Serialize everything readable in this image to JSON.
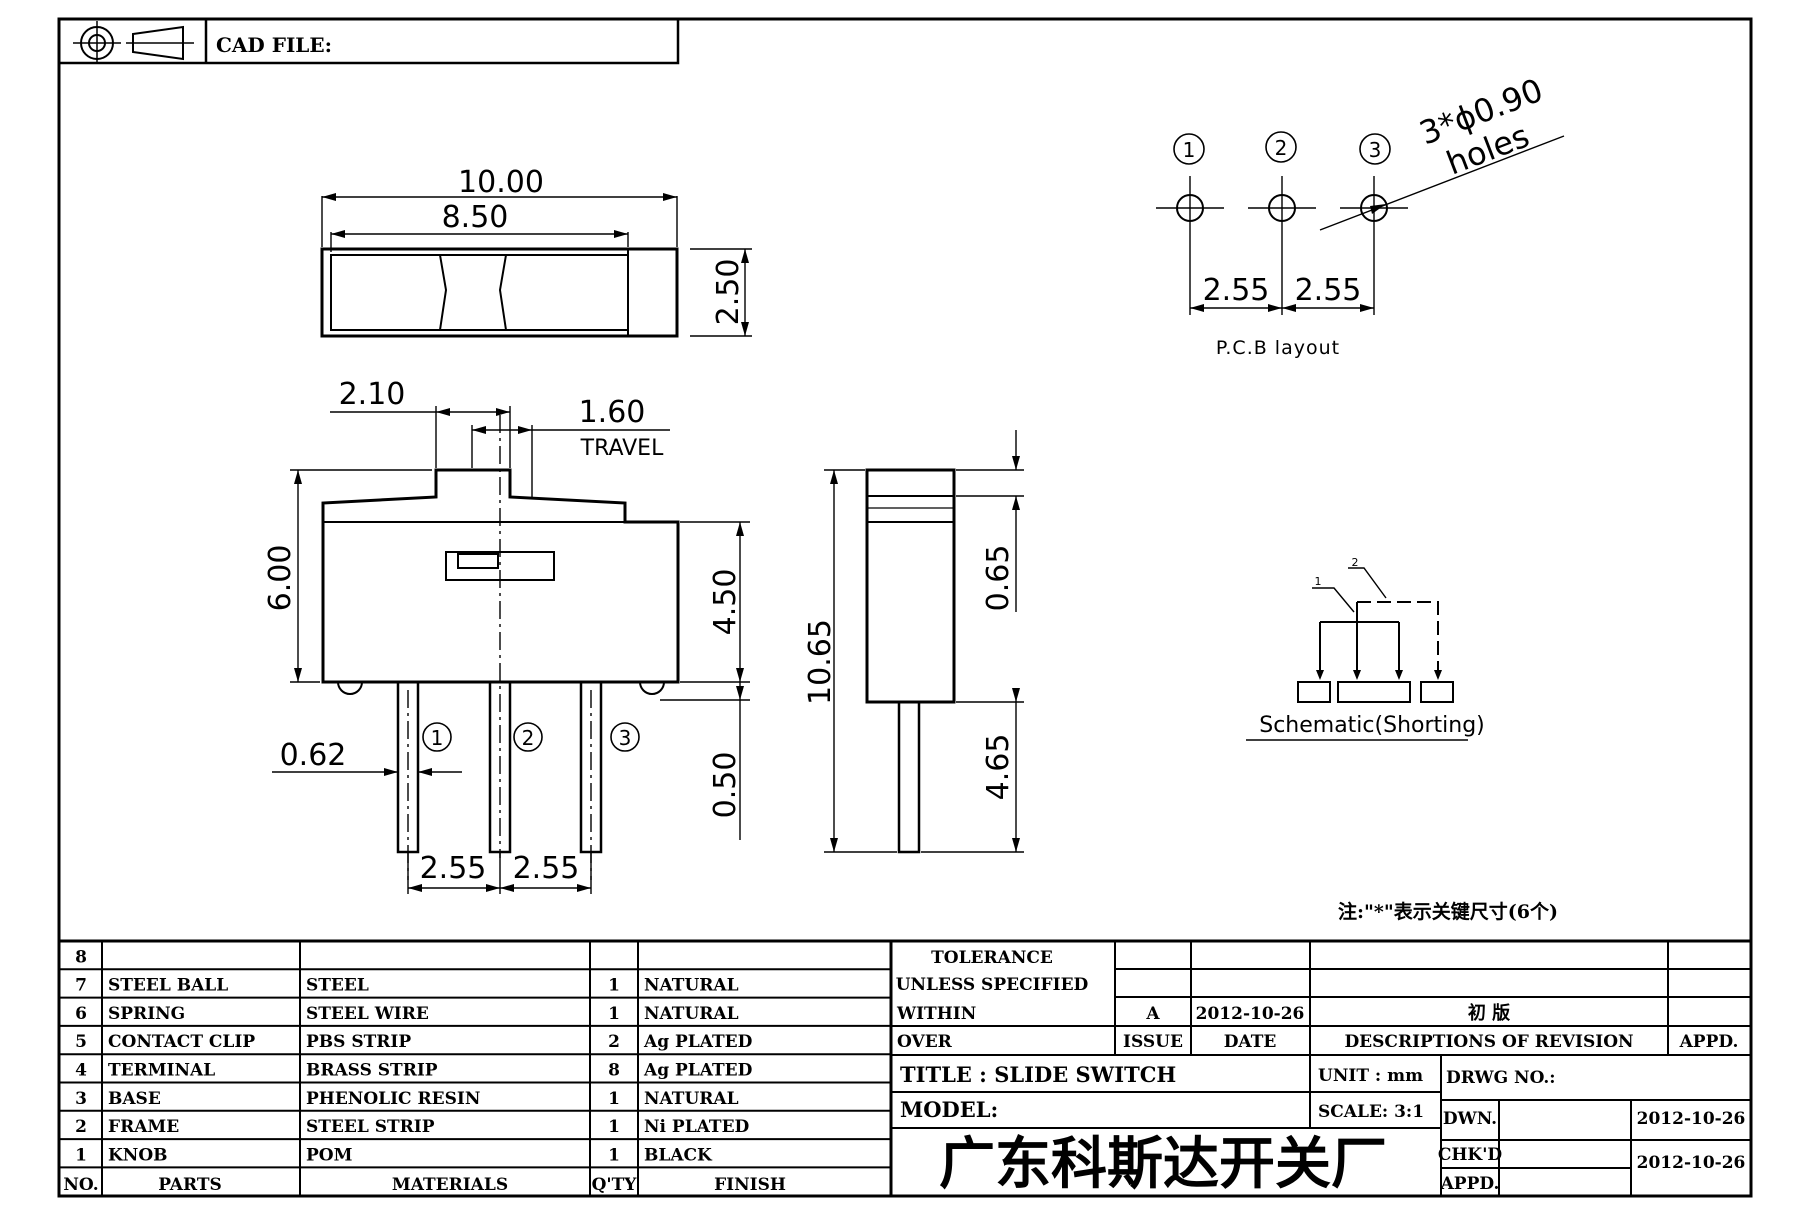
{
  "header": {
    "cad_file_label": "CAD FILE:",
    "projection_symbol": "third-angle-projection-icon"
  },
  "top_view": {
    "dims": {
      "width_total": "10.00",
      "width_inner": "8.50",
      "height": "2.50"
    }
  },
  "front_view": {
    "dims": {
      "knob_width": "2.10",
      "travel_value": "1.60",
      "travel_label": "TRAVEL",
      "total_height": "6.00",
      "body_height": "4.50",
      "pin_width": "0.62",
      "pin_length": "0.50",
      "pitch_left": "2.55",
      "pitch_right": "2.55"
    },
    "pin_labels": [
      "①",
      "②",
      "③"
    ]
  },
  "side_view": {
    "dims": {
      "total_height": "10.65",
      "top_height": "0.65",
      "pin_length": "4.65"
    }
  },
  "pcb_layout": {
    "pin_labels": [
      "①",
      "②",
      "③"
    ],
    "holes_line1": "3*ϕ0.90",
    "holes_line2": "holes",
    "pitch_left": "2.55",
    "pitch_right": "2.55",
    "caption": "P.C.B layout"
  },
  "schematic": {
    "caption": "Schematic(Shorting)",
    "label_1": "1",
    "label_2": "2"
  },
  "note": "注:\"*\"表示关键尺寸(6个)",
  "bom": {
    "rows": [
      {
        "no": "8",
        "part": "",
        "material": "",
        "qty": "",
        "finish": ""
      },
      {
        "no": "7",
        "part": "STEEL BALL",
        "material": "STEEL",
        "qty": "1",
        "finish": "NATURAL"
      },
      {
        "no": "6",
        "part": "SPRING",
        "material": "STEEL WIRE",
        "qty": "1",
        "finish": "NATURAL"
      },
      {
        "no": "5",
        "part": "CONTACT CLIP",
        "material": "PBS STRIP",
        "qty": "2",
        "finish": "Ag PLATED"
      },
      {
        "no": "4",
        "part": "TERMINAL",
        "material": "BRASS STRIP",
        "qty": "8",
        "finish": "Ag PLATED"
      },
      {
        "no": "3",
        "part": "BASE",
        "material": "PHENOLIC RESIN",
        "qty": "1",
        "finish": "NATURAL"
      },
      {
        "no": "2",
        "part": "FRAME",
        "material": "STEEL STRIP",
        "qty": "1",
        "finish": "Ni PLATED"
      },
      {
        "no": "1",
        "part": "KNOB",
        "material": "POM",
        "qty": "1",
        "finish": "BLACK"
      }
    ],
    "header": {
      "no": "NO.",
      "part": "PARTS",
      "material": "MATERIALS",
      "qty": "Q'TY",
      "finish": "FINISH"
    }
  },
  "title_block": {
    "tolerance": "TOLERANCE",
    "unless_specified": "UNLESS  SPECIFIED",
    "within": "WITHIN",
    "over": "OVER",
    "issue_value": "A",
    "issue_date": "2012-10-26",
    "revision_desc": "初  版",
    "issue_label": "ISSUE",
    "date_label": "DATE",
    "desc_label": "DESCRIPTIONS OF REVISION",
    "appd_label": "APPD.",
    "title": "TITLE : SLIDE SWITCH",
    "model": "MODEL:",
    "unit": "UNIT :  mm",
    "scale": "SCALE:  3:1",
    "drwg_no": "DRWG NO.:",
    "dwn": "DWN.",
    "chkd": "CHK'D",
    "appd": "APPD.",
    "dwn_date": "2012-10-26",
    "chkd_date": "2012-10-26",
    "company": "广东科斯达开关厂"
  }
}
